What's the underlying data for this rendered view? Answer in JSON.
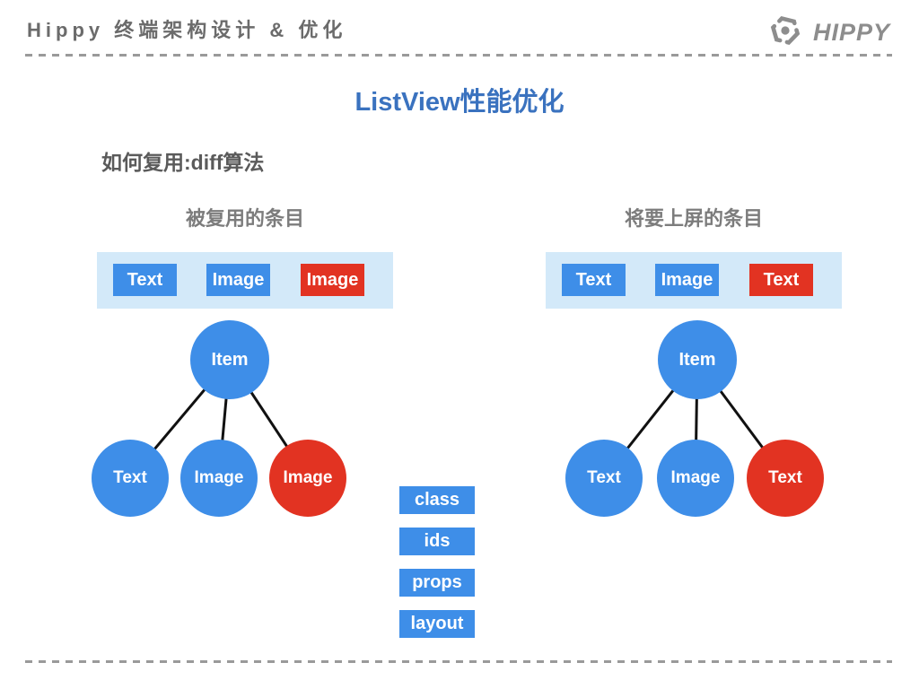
{
  "slide": {
    "header_title": "Hippy 终端架构设计 & 优化",
    "logo_text": "HIPPY",
    "title": "ListView性能优化",
    "subtitle": "如何复用:diff算法"
  },
  "panels": [
    {
      "heading": "被复用的条目",
      "bar_items": [
        {
          "label": "Text",
          "color": "blue"
        },
        {
          "label": "Image",
          "color": "blue"
        },
        {
          "label": "Image",
          "color": "red"
        }
      ],
      "tree_root": {
        "label": "Item",
        "color": "blue"
      },
      "tree_children": [
        {
          "label": "Text",
          "color": "blue"
        },
        {
          "label": "Image",
          "color": "blue"
        },
        {
          "label": "Image",
          "color": "red"
        }
      ]
    },
    {
      "heading": "将要上屏的条目",
      "bar_items": [
        {
          "label": "Text",
          "color": "blue"
        },
        {
          "label": "Image",
          "color": "blue"
        },
        {
          "label": "Text",
          "color": "red"
        }
      ],
      "tree_root": {
        "label": "Item",
        "color": "blue"
      },
      "tree_children": [
        {
          "label": "Text",
          "color": "blue"
        },
        {
          "label": "Image",
          "color": "blue"
        },
        {
          "label": "Text",
          "color": "red"
        }
      ]
    }
  ],
  "attribute_boxes": [
    "class",
    "ids",
    "props",
    "layout"
  ],
  "colors": {
    "blue": "#3E8EE8",
    "red": "#E23322",
    "bar_bg": "#D3E9F9",
    "title_blue": "#3A72BF",
    "connector_black": "#111111",
    "header_gray": "#6B6B6B",
    "logo_gray": "#8D8D8D"
  }
}
